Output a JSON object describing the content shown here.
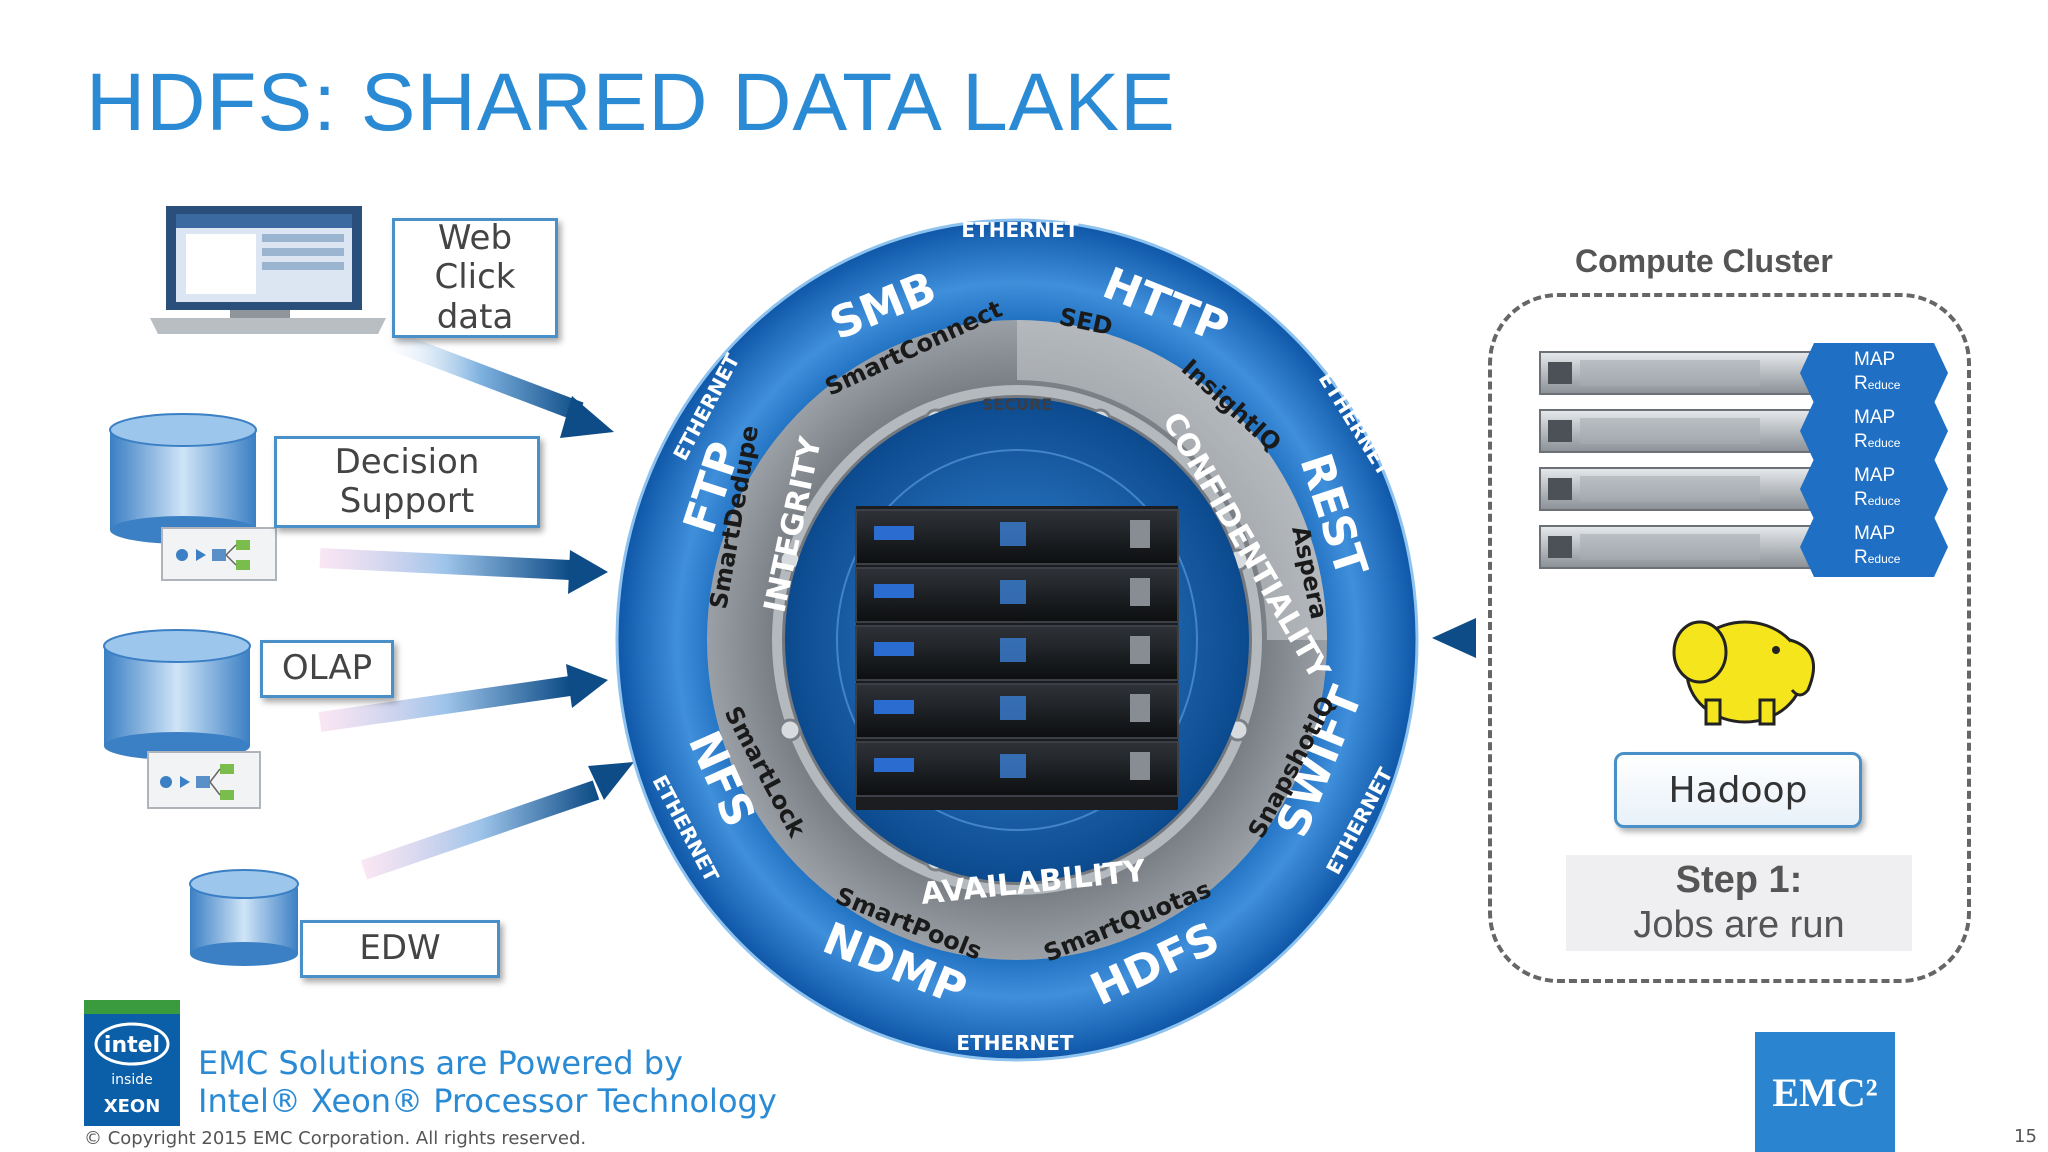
{
  "slide": {
    "title": "HDFS: SHARED DATA LAKE",
    "page_number": "15",
    "copyright": "© Copyright 2015 EMC Corporation. All rights reserved."
  },
  "sources": [
    {
      "label_lines": [
        "Web",
        "Click",
        "data"
      ]
    },
    {
      "label_lines": [
        "Decision",
        "Support"
      ]
    },
    {
      "label_lines": [
        "OLAP"
      ]
    },
    {
      "label_lines": [
        "EDW"
      ]
    }
  ],
  "ring": {
    "outer_labels": [
      "ETHERNET",
      "ETHERNET",
      "ETHERNET",
      "ETHERNET",
      "ETHERNET",
      "ETHERNET"
    ],
    "protocols": [
      "SMB",
      "HTTP",
      "REST",
      "SWIFT",
      "HDFS",
      "NDMP",
      "NFS",
      "FTP"
    ],
    "features": [
      "SmartConnect",
      "SED",
      "InsightIQ",
      "Aspera",
      "SnapshotIQ",
      "SmartQuotas",
      "SmartPools",
      "SmartLock",
      "SmartDedupe"
    ],
    "pillars": [
      "INTEGRITY",
      "CONFIDENTIALITY",
      "AVAILABILITY"
    ],
    "inner_label": "SECURE",
    "storage_units": 5
  },
  "compute_cluster": {
    "title": "Compute Cluster",
    "nodes": [
      {
        "map": "MAP",
        "reduce_initial": "R",
        "reduce_rest": "educe"
      },
      {
        "map": "MAP",
        "reduce_initial": "R",
        "reduce_rest": "educe"
      },
      {
        "map": "MAP",
        "reduce_initial": "R",
        "reduce_rest": "educe"
      },
      {
        "map": "MAP",
        "reduce_initial": "R",
        "reduce_rest": "educe"
      }
    ],
    "hadoop_label": "Hadoop",
    "step_title": "Step 1:",
    "step_subtitle": "Jobs are run"
  },
  "footer": {
    "powered_line1": "EMC Solutions are Powered by",
    "powered_line2": "Intel® Xeon® Processor Technology",
    "intel_badge_top": "intel",
    "intel_badge_mid": "inside",
    "intel_badge_bottom": "XEON",
    "emc_logo": "EMC²"
  },
  "colors": {
    "title_blue": "#2a8ad4",
    "ring_blue": "#1f6fc4",
    "label_border": "#4a90c8",
    "map_hex": "#1f6fc4",
    "emc_blue": "#2b84cf"
  },
  "icons": [
    "computer-monitor-icon",
    "database-icon",
    "flowchart-icon",
    "hadoop-elephant-icon",
    "server-rack-icon",
    "storage-array-icon"
  ]
}
